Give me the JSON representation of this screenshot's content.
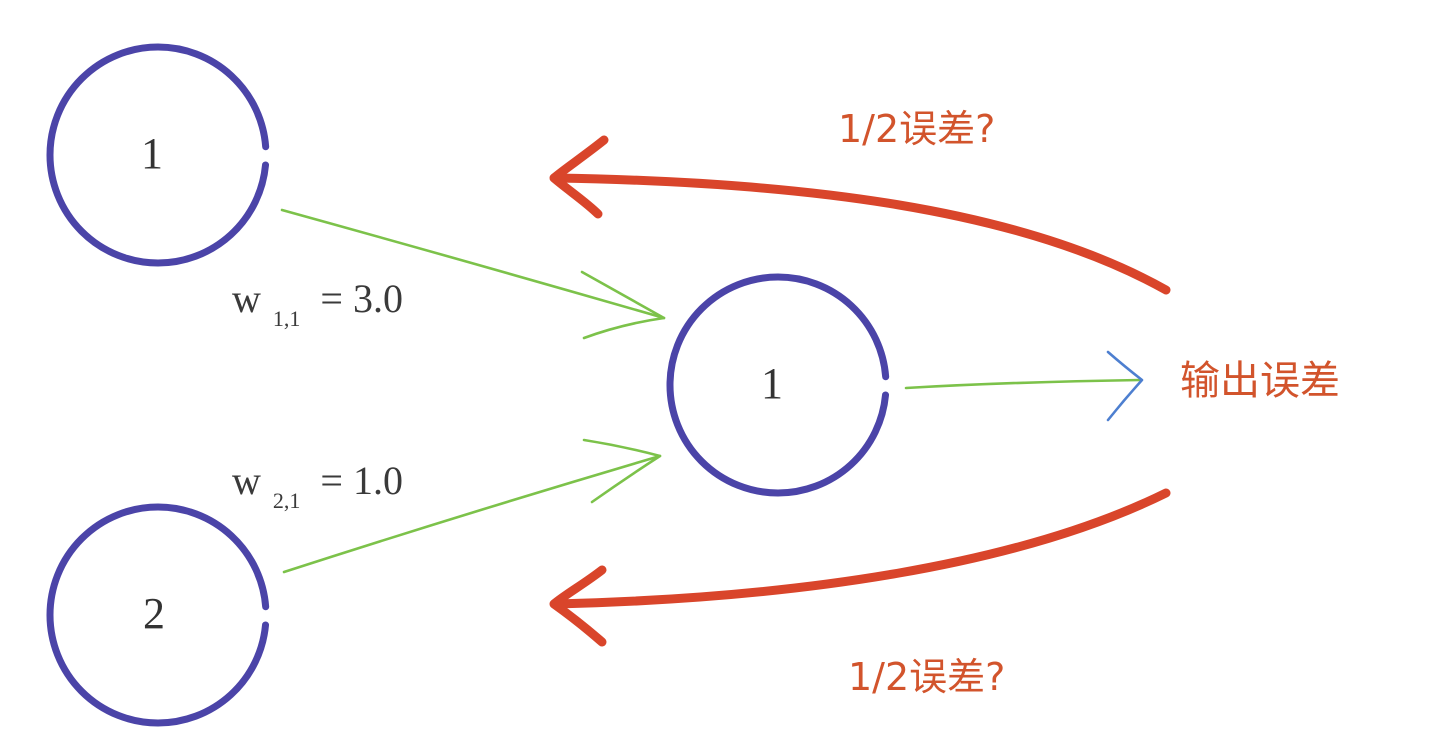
{
  "colors": {
    "node": "#4b44a8",
    "link": "#7cc24a",
    "output_arrowhead": "#4d7fd0",
    "error": "#d9452b",
    "error_text": "#d2542c"
  },
  "nodes": {
    "input_1": {
      "label": "1"
    },
    "input_2": {
      "label": "2"
    },
    "hidden_1": {
      "label": "1"
    }
  },
  "weights": {
    "w11": {
      "symbol": "w",
      "subscript": "1,1",
      "value": "= 3.0"
    },
    "w21": {
      "symbol": "w",
      "subscript": "2,1",
      "value": "= 1.0"
    }
  },
  "labels": {
    "output_error": "输出误差",
    "half_error_top": "1/2误差?",
    "half_error_bottom": "1/2误差?"
  }
}
